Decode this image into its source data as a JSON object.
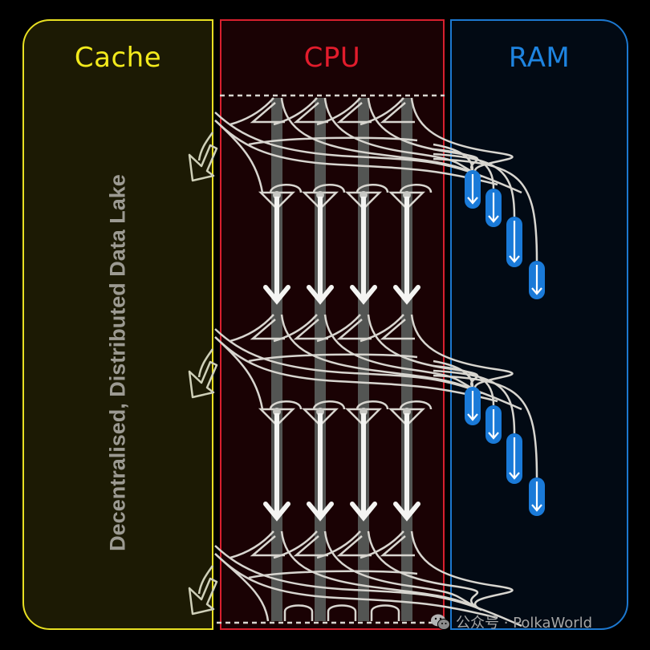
{
  "panels": {
    "cache": {
      "title": "Cache",
      "color": "#f2ea1c"
    },
    "cpu": {
      "title": "CPU",
      "color": "#e21c2c"
    },
    "ram": {
      "title": "RAM",
      "color": "#1e84e0"
    }
  },
  "side_label": "Decentralised, Distributed Data Lake",
  "diagram": {
    "cpu_lanes": 4,
    "stages": 2,
    "ram_arrow_groups": 2,
    "ram_arrows_per_group": 4,
    "cache_arrows": 3,
    "line_color": "#d8d6d0",
    "lane_color": "#5a5e5c",
    "arrow_color": "#f4f4f2",
    "ram_pill_color": "#1a7ad8"
  },
  "watermark": {
    "icon": "wechat-icon",
    "text": "公众号 · PolkaWorld"
  }
}
